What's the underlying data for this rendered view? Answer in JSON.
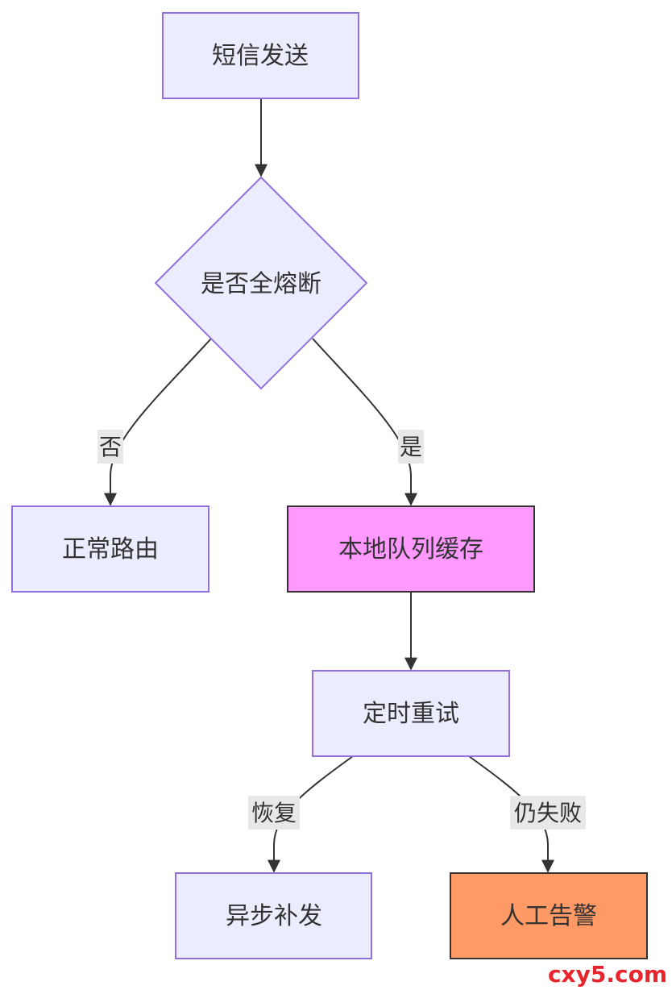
{
  "nodes": {
    "sms_send": {
      "label": "短信发送",
      "fill": "#ececff",
      "stroke": "#9370db"
    },
    "all_fused": {
      "label": "是否全熔断",
      "fill": "#ececff",
      "stroke": "#9370db"
    },
    "normal_route": {
      "label": "正常路由",
      "fill": "#ececff",
      "stroke": "#9370db"
    },
    "local_queue": {
      "label": "本地队列缓存",
      "fill": "#ff99ff",
      "stroke": "#333333"
    },
    "timed_retry": {
      "label": "定时重试",
      "fill": "#ececff",
      "stroke": "#9370db"
    },
    "async_resend": {
      "label": "异步补发",
      "fill": "#ececff",
      "stroke": "#9370db"
    },
    "manual_alert": {
      "label": "人工告警",
      "fill": "#ff9966",
      "stroke": "#333333"
    }
  },
  "edges": {
    "no": "否",
    "yes": "是",
    "recover": "恢复",
    "still_fail": "仍失败"
  },
  "watermark": "cxy5.com",
  "colors": {
    "edge": "#333333",
    "label_bg": "#e8e8e8"
  }
}
